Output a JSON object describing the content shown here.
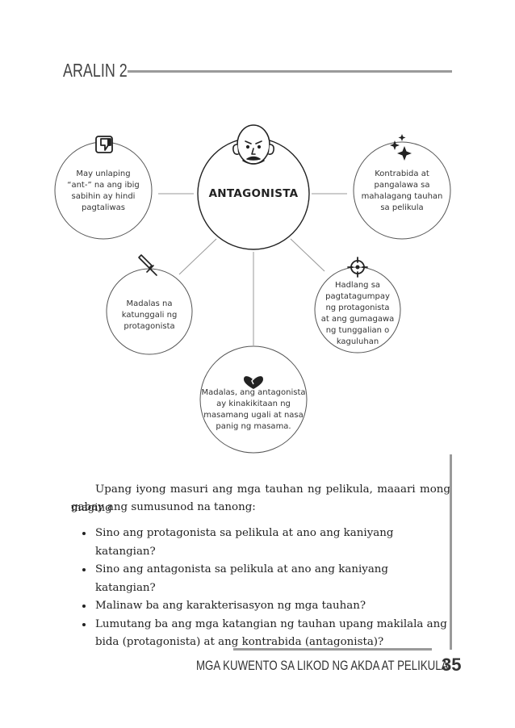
{
  "header": {
    "title": "ARALIN 2"
  },
  "diagram": {
    "center": "ANTAGONISTA",
    "nodes": {
      "top_left": [
        "May unlaping",
        "“ant-” na ang ibig",
        "sabihin ay hindi",
        "pagtaliwas"
      ],
      "top_right": [
        "Kontrabida at",
        "pangalawa sa",
        "mahalagang tauhan",
        "sa pelikula"
      ],
      "mid_left": [
        "Madalas na",
        "katunggali ng",
        "protagonista"
      ],
      "mid_right": [
        "Hadlang sa",
        "pagtatagumpay",
        "ng protagonista",
        "at ang gumagawa",
        "ng tunggalian o",
        "kaguluhan"
      ],
      "bottom": [
        "Madalas, ang antagonista",
        "ay kinakikitaan ng",
        "masamang ugali at nasa",
        "panig ng masama."
      ]
    },
    "icons": [
      "thumbs-down-icon",
      "sparkles-icon",
      "sword-icon",
      "target-icon",
      "broken-heart-icon",
      "villain-face-icon"
    ]
  },
  "body": {
    "paragraph_line1": "Upang iyong masuri ang mga tauhan ng pelikula, maaari mong maging",
    "paragraph_line2": "gabay ang sumusunod na tanong:",
    "questions": [
      "Sino ang protagonista sa pelikula at ano ang kaniyang katangian?",
      "Sino ang antagonista sa pelikula at ano ang kaniyang katangian?",
      "Malinaw ba ang karakterisasyon ng mga tauhan?",
      "Lumutang ba ang mga katangian ng tauhan upang makilala ang bida (protagonista) at ang kontrabida (antagonista)?"
    ]
  },
  "footer": {
    "title": "MGA KUWENTO SA LIKOD NG AKDA AT PELIKULA",
    "page_number": "35"
  }
}
